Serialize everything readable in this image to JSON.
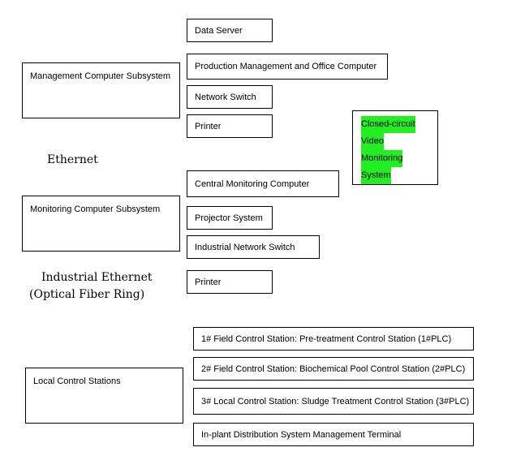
{
  "management": {
    "group_label": "Management Computer Subsystem",
    "items": [
      "Data Server",
      "Production Management and Office Computer",
      "Network Switch",
      "Printer"
    ]
  },
  "network_labels": {
    "ethernet": "Ethernet",
    "industrial_ethernet": "Industrial Ethernet",
    "fiber_ring": "(Optical Fiber Ring)"
  },
  "cctv": {
    "lines": [
      "Closed-circuit",
      "Video",
      "Monitoring",
      "System"
    ],
    "highlight_color": "#22ee22"
  },
  "monitoring": {
    "group_label": "Monitoring Computer Subsystem",
    "items": [
      "Central Monitoring Computer",
      "Projector System",
      "Industrial Network Switch",
      "Printer"
    ]
  },
  "local": {
    "group_label": "Local Control Stations",
    "items": [
      "1# Field Control Station: Pre-treatment Control Station (1#PLC)",
      "2# Field Control Station: Biochemical Pool Control Station (2#PLC)",
      "3# Local Control Station: Sludge Treatment Control Station (3#PLC)",
      "In-plant Distribution System Management Terminal"
    ]
  }
}
